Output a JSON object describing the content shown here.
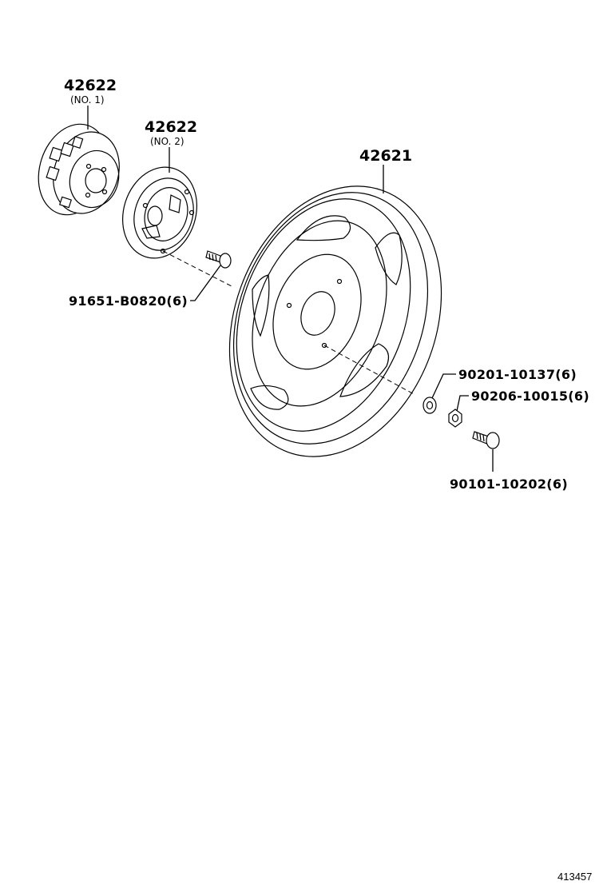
{
  "parts": {
    "cap_no1": {
      "number": "42622",
      "sub": "(NO. 1)"
    },
    "cap_no2": {
      "number": "42622",
      "sub": "(NO. 2)"
    },
    "wheel": {
      "number": "42621"
    },
    "screw": {
      "number": "91651-B0820(6)"
    },
    "washer": {
      "number": "90201-10137(6)"
    },
    "nut": {
      "number": "90206-10015(6)"
    },
    "bolt": {
      "number": "90101-10202(6)"
    }
  },
  "diagram_id": "413457"
}
